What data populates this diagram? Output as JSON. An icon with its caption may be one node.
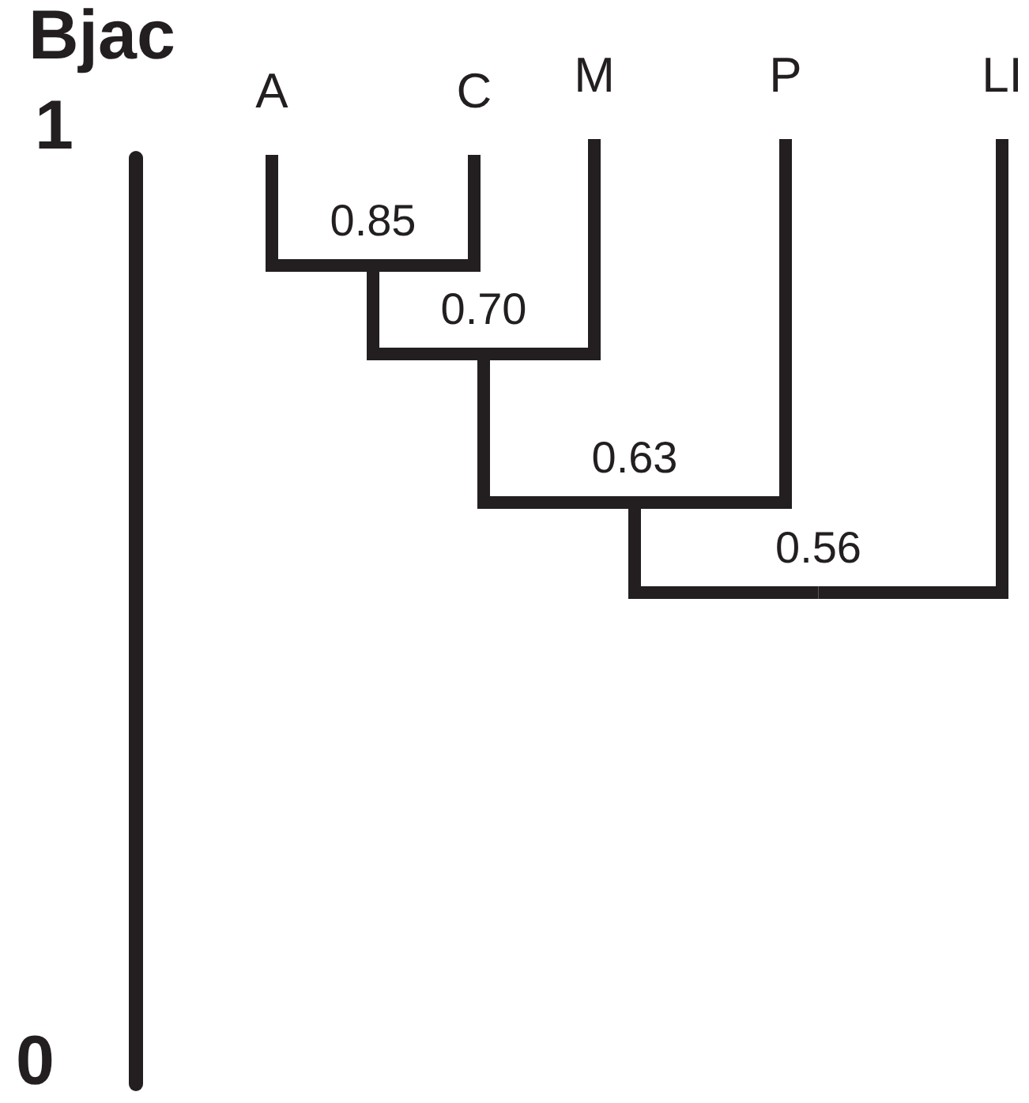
{
  "diagram": {
    "title": "Bjac",
    "nodes": [
      {
        "text": [
          "A"
        ]
      },
      {
        "text": [
          "C"
        ]
      },
      {
        "text": [
          "M"
        ]
      },
      {
        "text": [
          "P"
        ]
      },
      {
        "text": [
          "LI"
        ]
      },
      {
        "text": [
          "0.85"
        ]
      },
      {
        "text": [
          "0.70"
        ]
      },
      {
        "text": [
          "0.63"
        ]
      },
      {
        "text": [
          "0.56"
        ]
      }
    ],
    "edges": [
      {
        "from": 5,
        "to": 0,
        "arrow": "none"
      },
      {
        "from": 5,
        "to": 1,
        "arrow": "none"
      },
      {
        "from": 6,
        "to": 5,
        "arrow": "none"
      },
      {
        "from": 6,
        "to": 2,
        "arrow": "none"
      },
      {
        "from": 7,
        "to": 6,
        "arrow": "none"
      },
      {
        "from": 7,
        "to": 3,
        "arrow": "none"
      },
      {
        "from": 8,
        "to": 7,
        "arrow": "none"
      },
      {
        "from": 8,
        "to": 4,
        "arrow": "none"
      }
    ],
    "labels": [
      "1",
      "0"
    ]
  }
}
